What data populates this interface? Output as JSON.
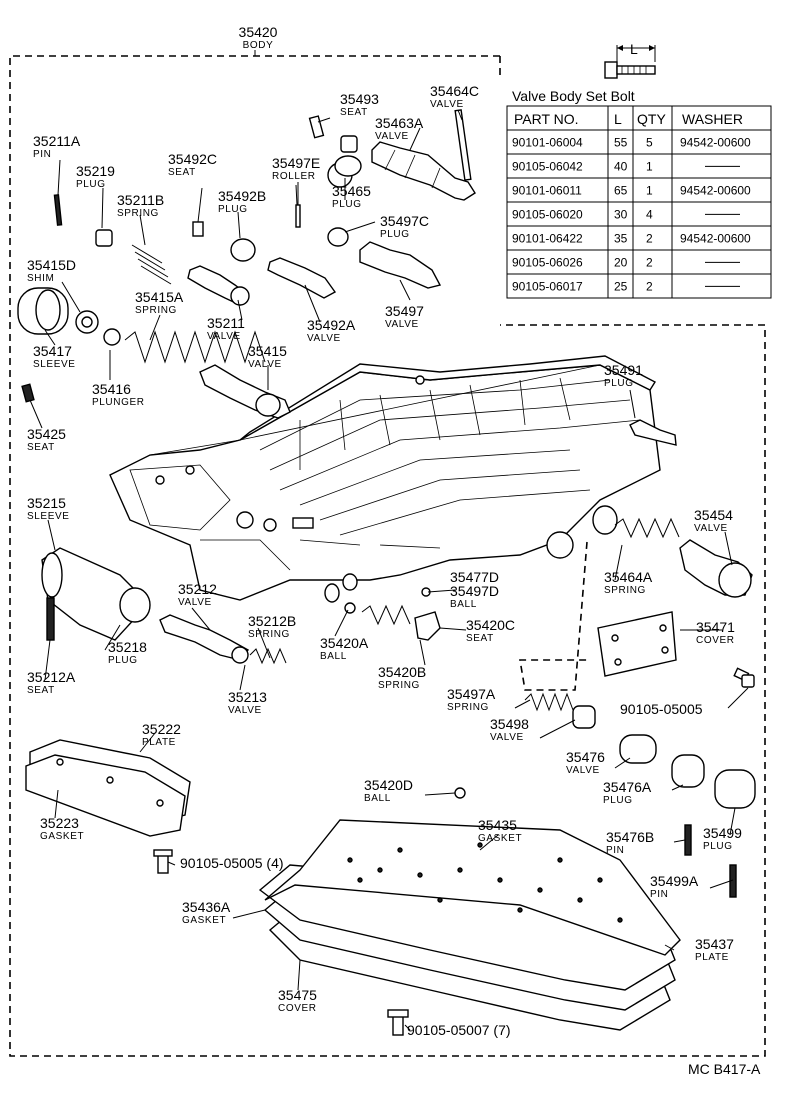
{
  "diagram_code": "MC B417-A",
  "bolt_dimension_label": "L",
  "table": {
    "title": "Valve Body Set Bolt",
    "headers": [
      "PART  NO.",
      "L",
      "QTY",
      "WASHER"
    ],
    "rows": [
      [
        "90101-06004",
        "55",
        "5",
        "94542-00600"
      ],
      [
        "90105-06042",
        "40",
        "1",
        "—"
      ],
      [
        "90101-06011",
        "65",
        "1",
        "94542-00600"
      ],
      [
        "90105-06020",
        "30",
        "4",
        "—"
      ],
      [
        "90101-06422",
        "35",
        "2",
        "94542-00600"
      ],
      [
        "90105-06026",
        "20",
        "2",
        "—"
      ],
      [
        "90105-06017",
        "25",
        "2",
        "—"
      ]
    ]
  },
  "parts": [
    {
      "num": "35420",
      "name": "BODY"
    },
    {
      "num": "35493",
      "name": "SEAT"
    },
    {
      "num": "35464C",
      "name": "VALVE"
    },
    {
      "num": "35463A",
      "name": "VALVE"
    },
    {
      "num": "35211A",
      "name": "PIN"
    },
    {
      "num": "35219",
      "name": "PLUG"
    },
    {
      "num": "35492C",
      "name": "SEAT"
    },
    {
      "num": "35497E",
      "name": "ROLLER"
    },
    {
      "num": "35465",
      "name": "PLUG"
    },
    {
      "num": "35211B",
      "name": "SPRING"
    },
    {
      "num": "35492B",
      "name": "PLUG"
    },
    {
      "num": "35497C",
      "name": "PLUG"
    },
    {
      "num": "35415D",
      "name": "SHIM"
    },
    {
      "num": "35415A",
      "name": "SPRING"
    },
    {
      "num": "35211",
      "name": "VALVE"
    },
    {
      "num": "35492A",
      "name": "VALVE"
    },
    {
      "num": "35497",
      "name": "VALVE"
    },
    {
      "num": "35417",
      "name": "SLEEVE"
    },
    {
      "num": "35415",
      "name": "VALVE"
    },
    {
      "num": "35416",
      "name": "PLUNGER"
    },
    {
      "num": "35425",
      "name": "SEAT"
    },
    {
      "num": "35491",
      "name": "PLUG"
    },
    {
      "num": "35215",
      "name": "SLEEVE"
    },
    {
      "num": "35454",
      "name": "VALVE"
    },
    {
      "num": "35212",
      "name": "VALVE"
    },
    {
      "num": "35477D",
      "name": ""
    },
    {
      "num": "35497D",
      "name": "BALL"
    },
    {
      "num": "35464A",
      "name": "SPRING"
    },
    {
      "num": "35212B",
      "name": "SPRING"
    },
    {
      "num": "35218",
      "name": "PLUG"
    },
    {
      "num": "35420A",
      "name": "BALL"
    },
    {
      "num": "35420C",
      "name": "SEAT"
    },
    {
      "num": "35471",
      "name": "COVER"
    },
    {
      "num": "35212A",
      "name": "SEAT"
    },
    {
      "num": "35420B",
      "name": "SPRING"
    },
    {
      "num": "35213",
      "name": "VALVE"
    },
    {
      "num": "90105-05005",
      "name": ""
    },
    {
      "num": "35497A",
      "name": "SPRING"
    },
    {
      "num": "35498",
      "name": "VALVE"
    },
    {
      "num": "35222",
      "name": "PLATE"
    },
    {
      "num": "35476",
      "name": "VALVE"
    },
    {
      "num": "35420D",
      "name": "BALL"
    },
    {
      "num": "35476A",
      "name": "PLUG"
    },
    {
      "num": "35223",
      "name": "GASKET"
    },
    {
      "num": "35435",
      "name": "GASKET"
    },
    {
      "num": "35476B",
      "name": "PIN"
    },
    {
      "num": "35499",
      "name": "PLUG"
    },
    {
      "num": "90105-05005 (4)",
      "name": ""
    },
    {
      "num": "35499A",
      "name": "PIN"
    },
    {
      "num": "35436A",
      "name": "GASKET"
    },
    {
      "num": "35437",
      "name": "PLATE"
    },
    {
      "num": "35475",
      "name": "COVER"
    },
    {
      "num": "90105-05007 (7)",
      "name": ""
    }
  ]
}
